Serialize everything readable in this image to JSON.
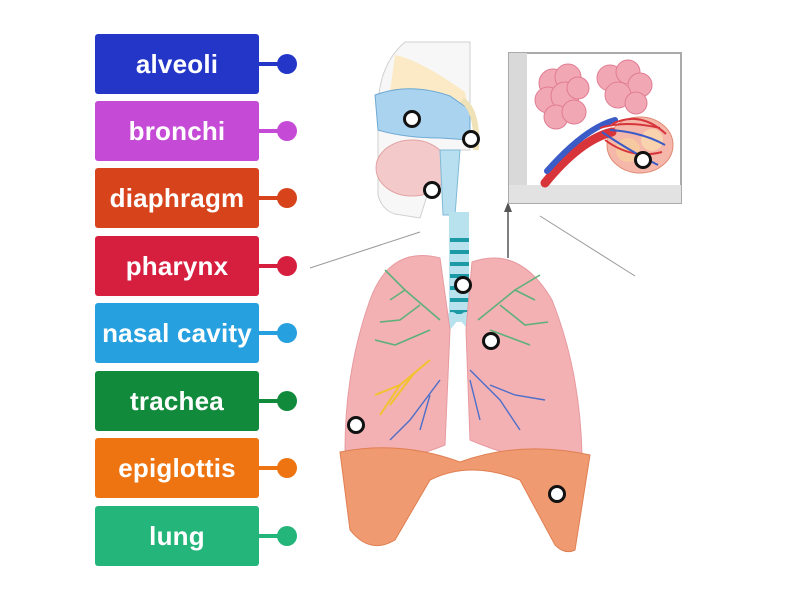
{
  "labels": [
    {
      "text": "alveoli",
      "color": "#2436c8"
    },
    {
      "text": "bronchi",
      "color": "#c54bd6"
    },
    {
      "text": "diaphragm",
      "color": "#d7441c"
    },
    {
      "text": "pharynx",
      "color": "#d61f3f"
    },
    {
      "text": "nasal cavity",
      "color": "#27a0e0"
    },
    {
      "text": "trachea",
      "color": "#128a3c"
    },
    {
      "text": "epiglottis",
      "color": "#ee7412"
    },
    {
      "text": "lung",
      "color": "#23b57a"
    }
  ],
  "diagram": {
    "subject": "human respiratory system",
    "targets": [
      "nasal-cavity-point",
      "pharynx-point",
      "epiglottis-point",
      "alveoli-point",
      "trachea-point",
      "bronchi-point",
      "lung-point",
      "diaphragm-point"
    ]
  }
}
